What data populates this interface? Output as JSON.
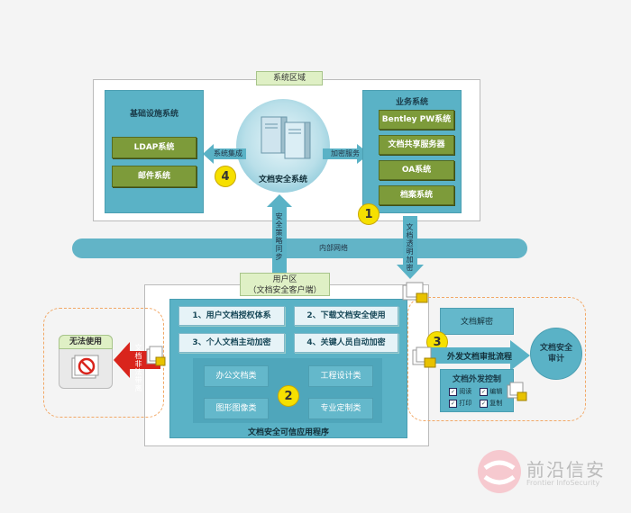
{
  "system_zone": {
    "label": "系统区域",
    "infra": {
      "title": "基础设施系统",
      "items": [
        "LDAP系统",
        "邮件系统"
      ]
    },
    "center_label": "文档安全系统",
    "integration_label": "系统集成",
    "encrypt_service_label": "加密服务",
    "business": {
      "title": "业务系统",
      "items": [
        "Bentley PW系统",
        "文档共享服务器",
        "OA系统",
        "档案系统"
      ]
    },
    "badges": {
      "four": "4",
      "one": "1"
    }
  },
  "network": {
    "internal_label": "内部网络",
    "policy_label": "安全策略同步",
    "transparent_label": "文档透明加密"
  },
  "user_zone": {
    "label_line1": "用户区",
    "label_line2": "（文档安全客户端）",
    "features": [
      "1、用户文档授权体系",
      "2、下载文档安全使用",
      "3、个人文档主动加密",
      "4、关键人员自动加密"
    ],
    "categories": [
      "办公文档类",
      "工程设计类",
      "图形图像类",
      "专业定制类"
    ],
    "footer": "文档安全可信应用程序",
    "badge": "2"
  },
  "left_zone": {
    "cannot_use": "无法使用",
    "illegal_label": "文档非法带离"
  },
  "right_zone": {
    "decrypt": "文档解密",
    "approval": "外发文档审批流程",
    "audit_line1": "文档安全",
    "audit_line2": "审计",
    "outgoing_title": "文档外发控制",
    "options": [
      "阅读",
      "编辑",
      "打印",
      "复制"
    ],
    "badge": "3"
  },
  "watermark": {
    "name": "前沿信安",
    "subtitle": "Frontier InfoSecurity"
  }
}
